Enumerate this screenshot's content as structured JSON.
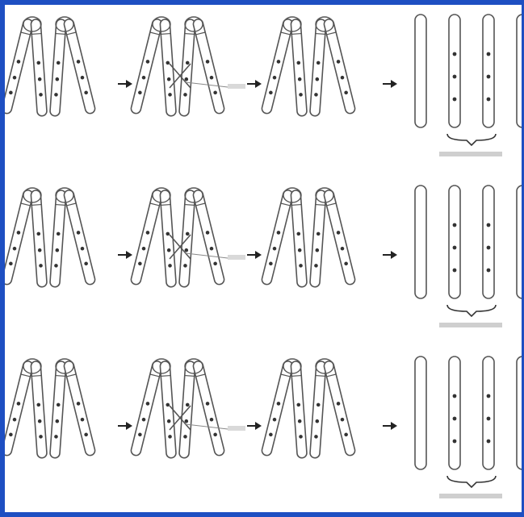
{
  "figure": {
    "rows": [
      {
        "label": "",
        "stages": [
          "pair-before",
          "crossing-over",
          "pair-after",
          "separated-chromatids"
        ],
        "bracket_caption": "",
        "crossover_callout": ""
      },
      {
        "label": "",
        "stages": [
          "pair-before",
          "crossing-over",
          "pair-after",
          "separated-chromatids"
        ],
        "bracket_caption": "",
        "crossover_callout": ""
      },
      {
        "label": "",
        "stages": [
          "pair-before",
          "crossing-over",
          "pair-after",
          "separated-chromatids"
        ],
        "bracket_caption": "",
        "crossover_callout": ""
      }
    ],
    "arrow_icon": "arrow-right-icon",
    "colors": {
      "border": "#1e4fc2",
      "stroke": "#555555",
      "fill": "#ffffff",
      "marker": "#333333"
    }
  }
}
